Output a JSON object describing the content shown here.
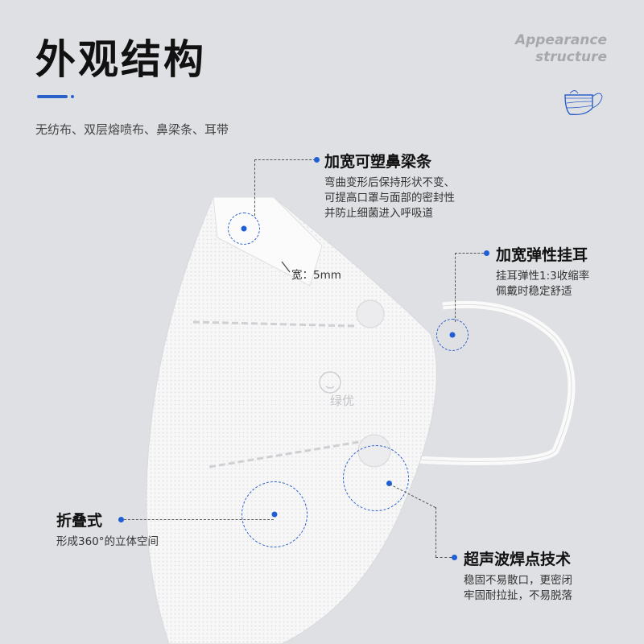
{
  "header": {
    "title": "外观结构",
    "subtitle": "无纺布、双层熔喷布、鼻梁条、耳带",
    "en_line1": "Appearance",
    "en_line2": "structure"
  },
  "mask": {
    "logo_text": "绿优",
    "width_label": "宽：5mm"
  },
  "callouts": {
    "nose": {
      "title": "加宽可塑鼻梁条",
      "lines": [
        "弯曲变形后保持形状不变、",
        "可提高口罩与面部的密封性",
        "并防止细菌进入呼吸道"
      ]
    },
    "ear": {
      "title": "加宽弹性挂耳",
      "lines": [
        "挂耳弹性1:3收缩率",
        "佩戴时稳定舒适"
      ]
    },
    "fold": {
      "title": "折叠式",
      "lines": [
        "形成360°的立体空间"
      ]
    },
    "weld": {
      "title": "超声波焊点技术",
      "lines": [
        "稳固不易散口，更密闭",
        "牢固耐拉扯，不易脱落"
      ]
    }
  },
  "colors": {
    "accent": "#2b5fc9",
    "background": "#dfe0e4"
  }
}
